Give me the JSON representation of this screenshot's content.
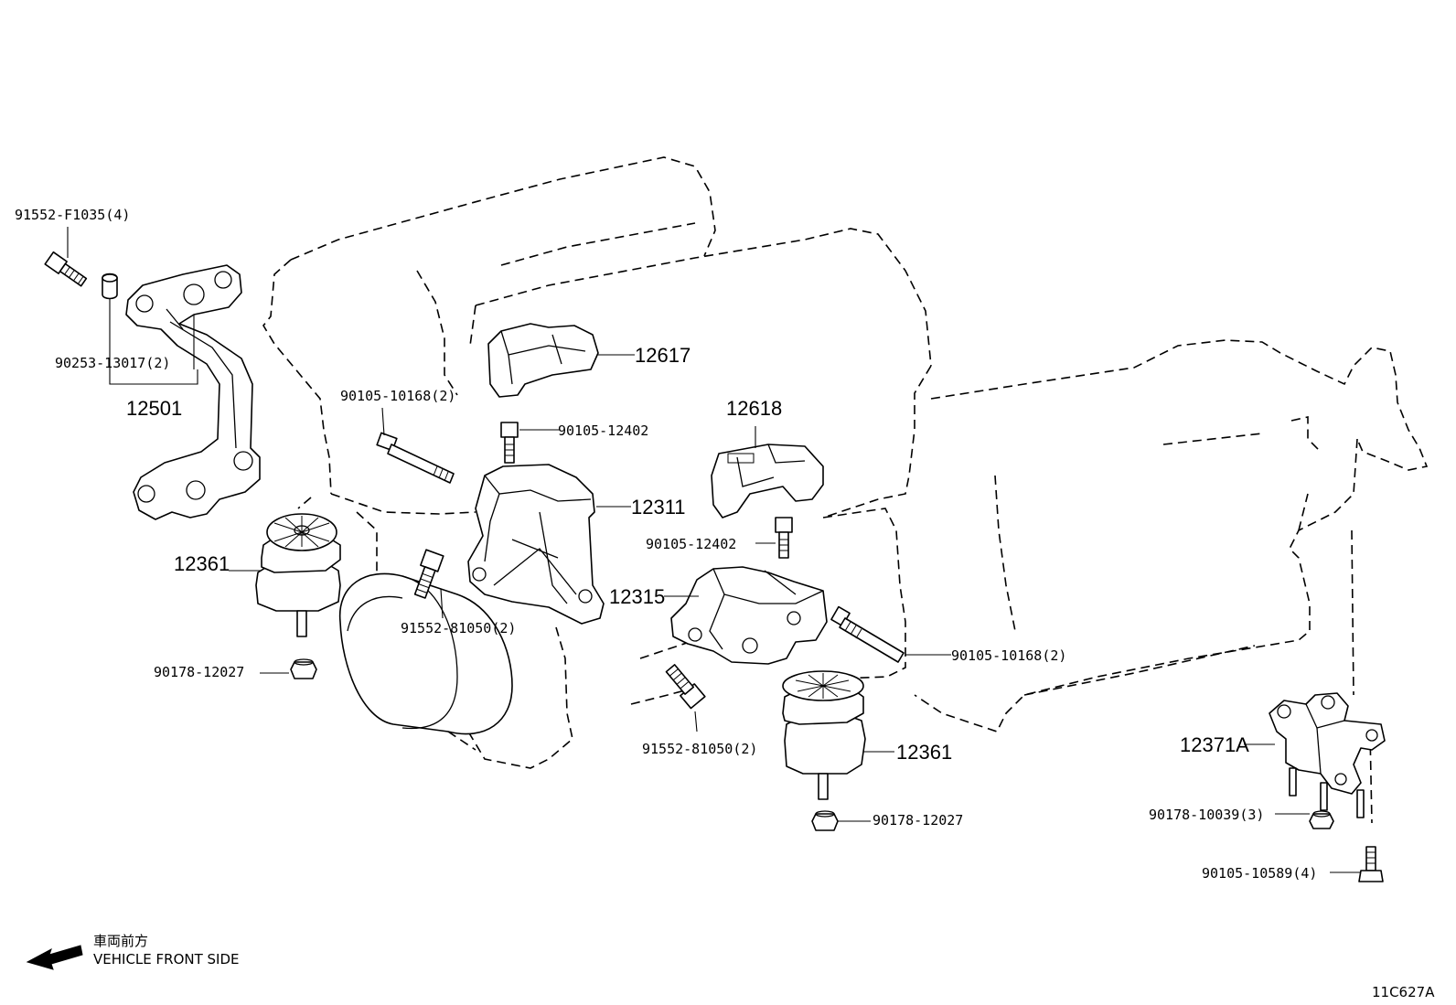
{
  "labels": {
    "p91552_f1035": "91552-F1035(4)",
    "p90253_13017": "90253-13017(2)",
    "p12501": "12501",
    "p12361_left": "12361",
    "p90178_12027_left": "90178-12027",
    "p90105_10168_top": "90105-10168(2)",
    "p90105_12402_top": "90105-12402",
    "p12617": "12617",
    "p12618": "12618",
    "p12311": "12311",
    "p90105_12402_mid": "90105-12402",
    "p12315": "12315",
    "p91552_81050_left": "91552-81050(2)",
    "p90105_10168_right": "90105-10168(2)",
    "p91552_81050_bottom": "91552-81050(2)",
    "p12361_right": "12361",
    "p90178_12027_right": "90178-12027",
    "p12371a": "12371A",
    "p90178_10039": "90178-10039(3)",
    "p90105_10589": "90105-10589(4)"
  },
  "legend": {
    "japanese": "車両前方",
    "english": "VEHICLE FRONT SIDE"
  },
  "diagram_code": "11C627A",
  "icons": {
    "front_arrow": "arrow-left-icon"
  }
}
